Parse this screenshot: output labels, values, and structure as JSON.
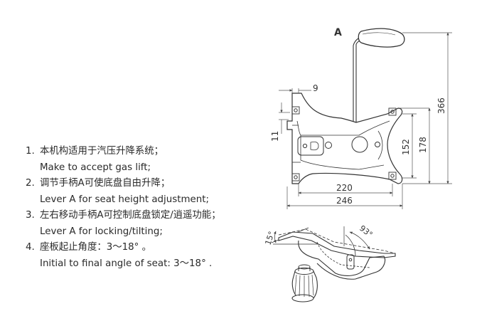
{
  "notes": [
    {
      "number": "1.",
      "zh": "本机构适用于汽压升降系统；",
      "en": "Make to accept gas lift;"
    },
    {
      "number": "2.",
      "zh": "调节手柄A可使底盘自由升降；",
      "en": "Lever A for seat height adjustment;"
    },
    {
      "number": "3.",
      "zh": "左右移动手柄A可控制底盘锁定/逍遥功能；",
      "en": "Lever A for locking/tilting;"
    },
    {
      "number": "4.",
      "zh": "座板起止角度：3～18° 。",
      "en": "Initial to final angle of seat: 3～18°  ."
    }
  ],
  "top_view": {
    "lever_label": "A",
    "dims": {
      "d9": "9",
      "d11": "11",
      "d366": "366",
      "d178": "178",
      "d152": "152",
      "d220": "220",
      "d246": "246"
    }
  },
  "side_view": {
    "angle_front": "15°",
    "angle_back": "93°"
  },
  "colors": {
    "line": "#333333",
    "dim_line": "#555555",
    "text": "#2a2a2a"
  }
}
